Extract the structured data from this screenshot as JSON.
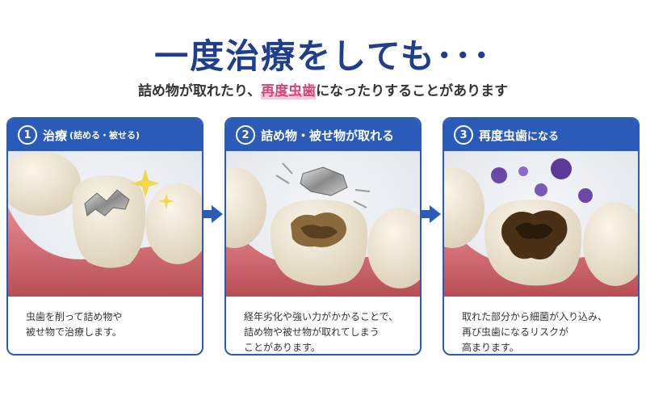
{
  "headline": "一度治療をしても･･･",
  "subline": {
    "before": "詰め物が取れたり、",
    "highlight": "再度虫歯",
    "after": "になったりすることがあります"
  },
  "colors": {
    "brand_blue": "#2a5bb8",
    "headline_navy": "#1f3f8e",
    "highlight_pink": "#d9437a",
    "gum": "#d46d73"
  },
  "steps": [
    {
      "number": "1",
      "title": "治療",
      "title_note": "(詰める・被せる)",
      "image_icon": "filled-tooth-icon",
      "lines": [
        "虫歯を削って詰め物や",
        "被せ物で治療します。"
      ]
    },
    {
      "number": "2",
      "title": "詰め物・被せ物が取れる",
      "title_note": "",
      "image_icon": "detached-filling-icon",
      "lines": [
        "経年劣化や強い力がかかることで、",
        "詰め物や被せ物が取れてしまう",
        "ことがあります。"
      ]
    },
    {
      "number": "3",
      "title_accent": "再度虫歯",
      "title_rest": "になる",
      "image_icon": "decayed-tooth-bacteria-icon",
      "lines": [
        "取れた部分から細菌が入り込み、",
        "再び虫歯になるリスクが",
        "高まります。"
      ]
    }
  ]
}
